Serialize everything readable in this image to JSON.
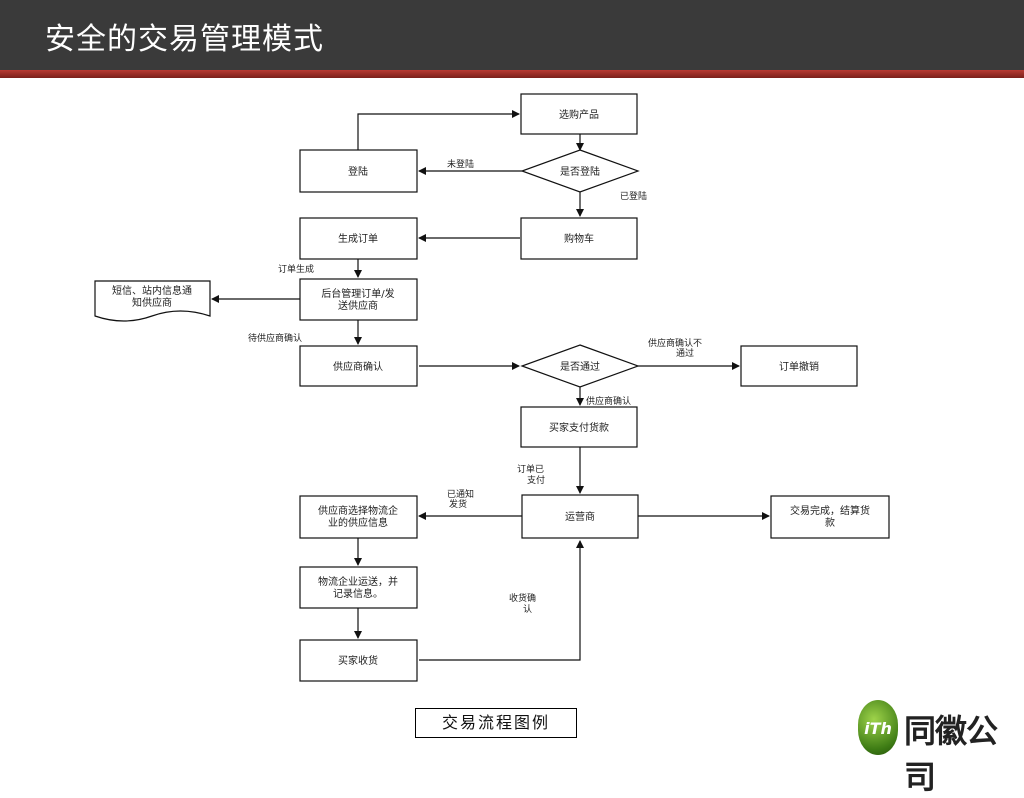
{
  "header": {
    "title": "安全的交易管理模式"
  },
  "diagram": {
    "nodes": {
      "select_product": "选购产品",
      "is_logged_in": "是否登陆",
      "login": "登陆",
      "cart": "购物车",
      "gen_order": "生成订单",
      "admin_manage_1": "后台管理订单/发",
      "admin_manage_2": "送供应商",
      "sms_1": "短信、站内信息通",
      "sms_2": "知供应商",
      "supplier_confirm": "供应商确认",
      "is_passed": "是否通过",
      "order_cancel": "订单撤销",
      "buyer_pay": "买家支付货款",
      "operator": "运营商",
      "done_1": "交易完成，结算货",
      "done_2": "款",
      "logistics_select_1": "供应商选择物流企",
      "logistics_select_2": "业的供应信息",
      "logistics_ship_1": "物流企业运送，并",
      "logistics_ship_2": "记录信息。",
      "buyer_receive": "买家收货"
    },
    "edges": {
      "not_logged": "未登陆",
      "logged": "已登陆",
      "order_generated": "订单生成",
      "wait_supplier": "待供应商确认",
      "supplier_reject_1": "供应商确认不",
      "supplier_reject_2": "通过",
      "supplier_ok": "供应商确认",
      "order_paid_1": "订单已",
      "order_paid_2": "支付",
      "notified_ship_1": "已通知",
      "notified_ship_2": "发货",
      "receipt_confirm_1": "收货确",
      "receipt_confirm_2": "认"
    }
  },
  "caption": "交易流程图例",
  "logo": {
    "mark": "iTh",
    "name": "同徽公司"
  }
}
